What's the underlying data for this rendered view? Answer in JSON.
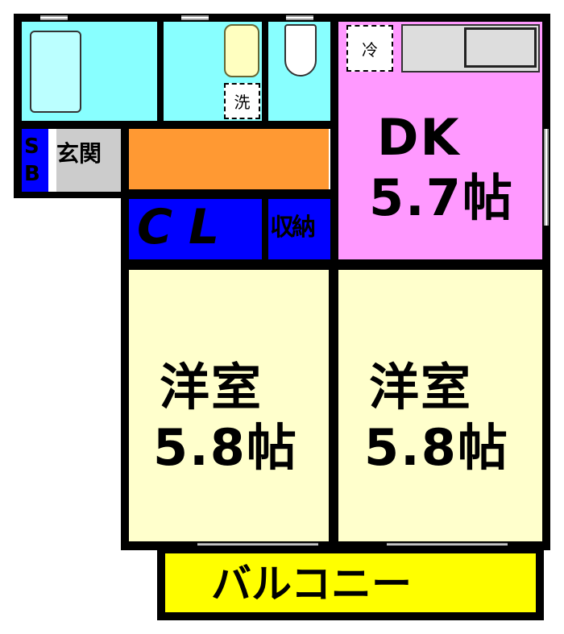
{
  "colors": {
    "wet": "#88ffff",
    "dk": "#ff99ff",
    "hall": "#ff9933",
    "storage": "#0000ff",
    "western": "#ffffcc",
    "balcony": "#ffff00",
    "entrance": "#cccccc"
  },
  "rooms": {
    "shoe_box": {
      "label": "SB"
    },
    "entrance": {
      "label": "玄関"
    },
    "closet": {
      "label": "CL"
    },
    "storage": {
      "label": "収納"
    },
    "dk": {
      "label": "DK",
      "size": "5.7帖"
    },
    "western_left": {
      "label": "洋室",
      "size": "5.8帖"
    },
    "western_right": {
      "label": "洋室",
      "size": "5.8帖"
    },
    "balcony": {
      "label": "バルコニー"
    },
    "washer": {
      "label": "洗"
    },
    "fridge": {
      "label": "冷"
    }
  }
}
